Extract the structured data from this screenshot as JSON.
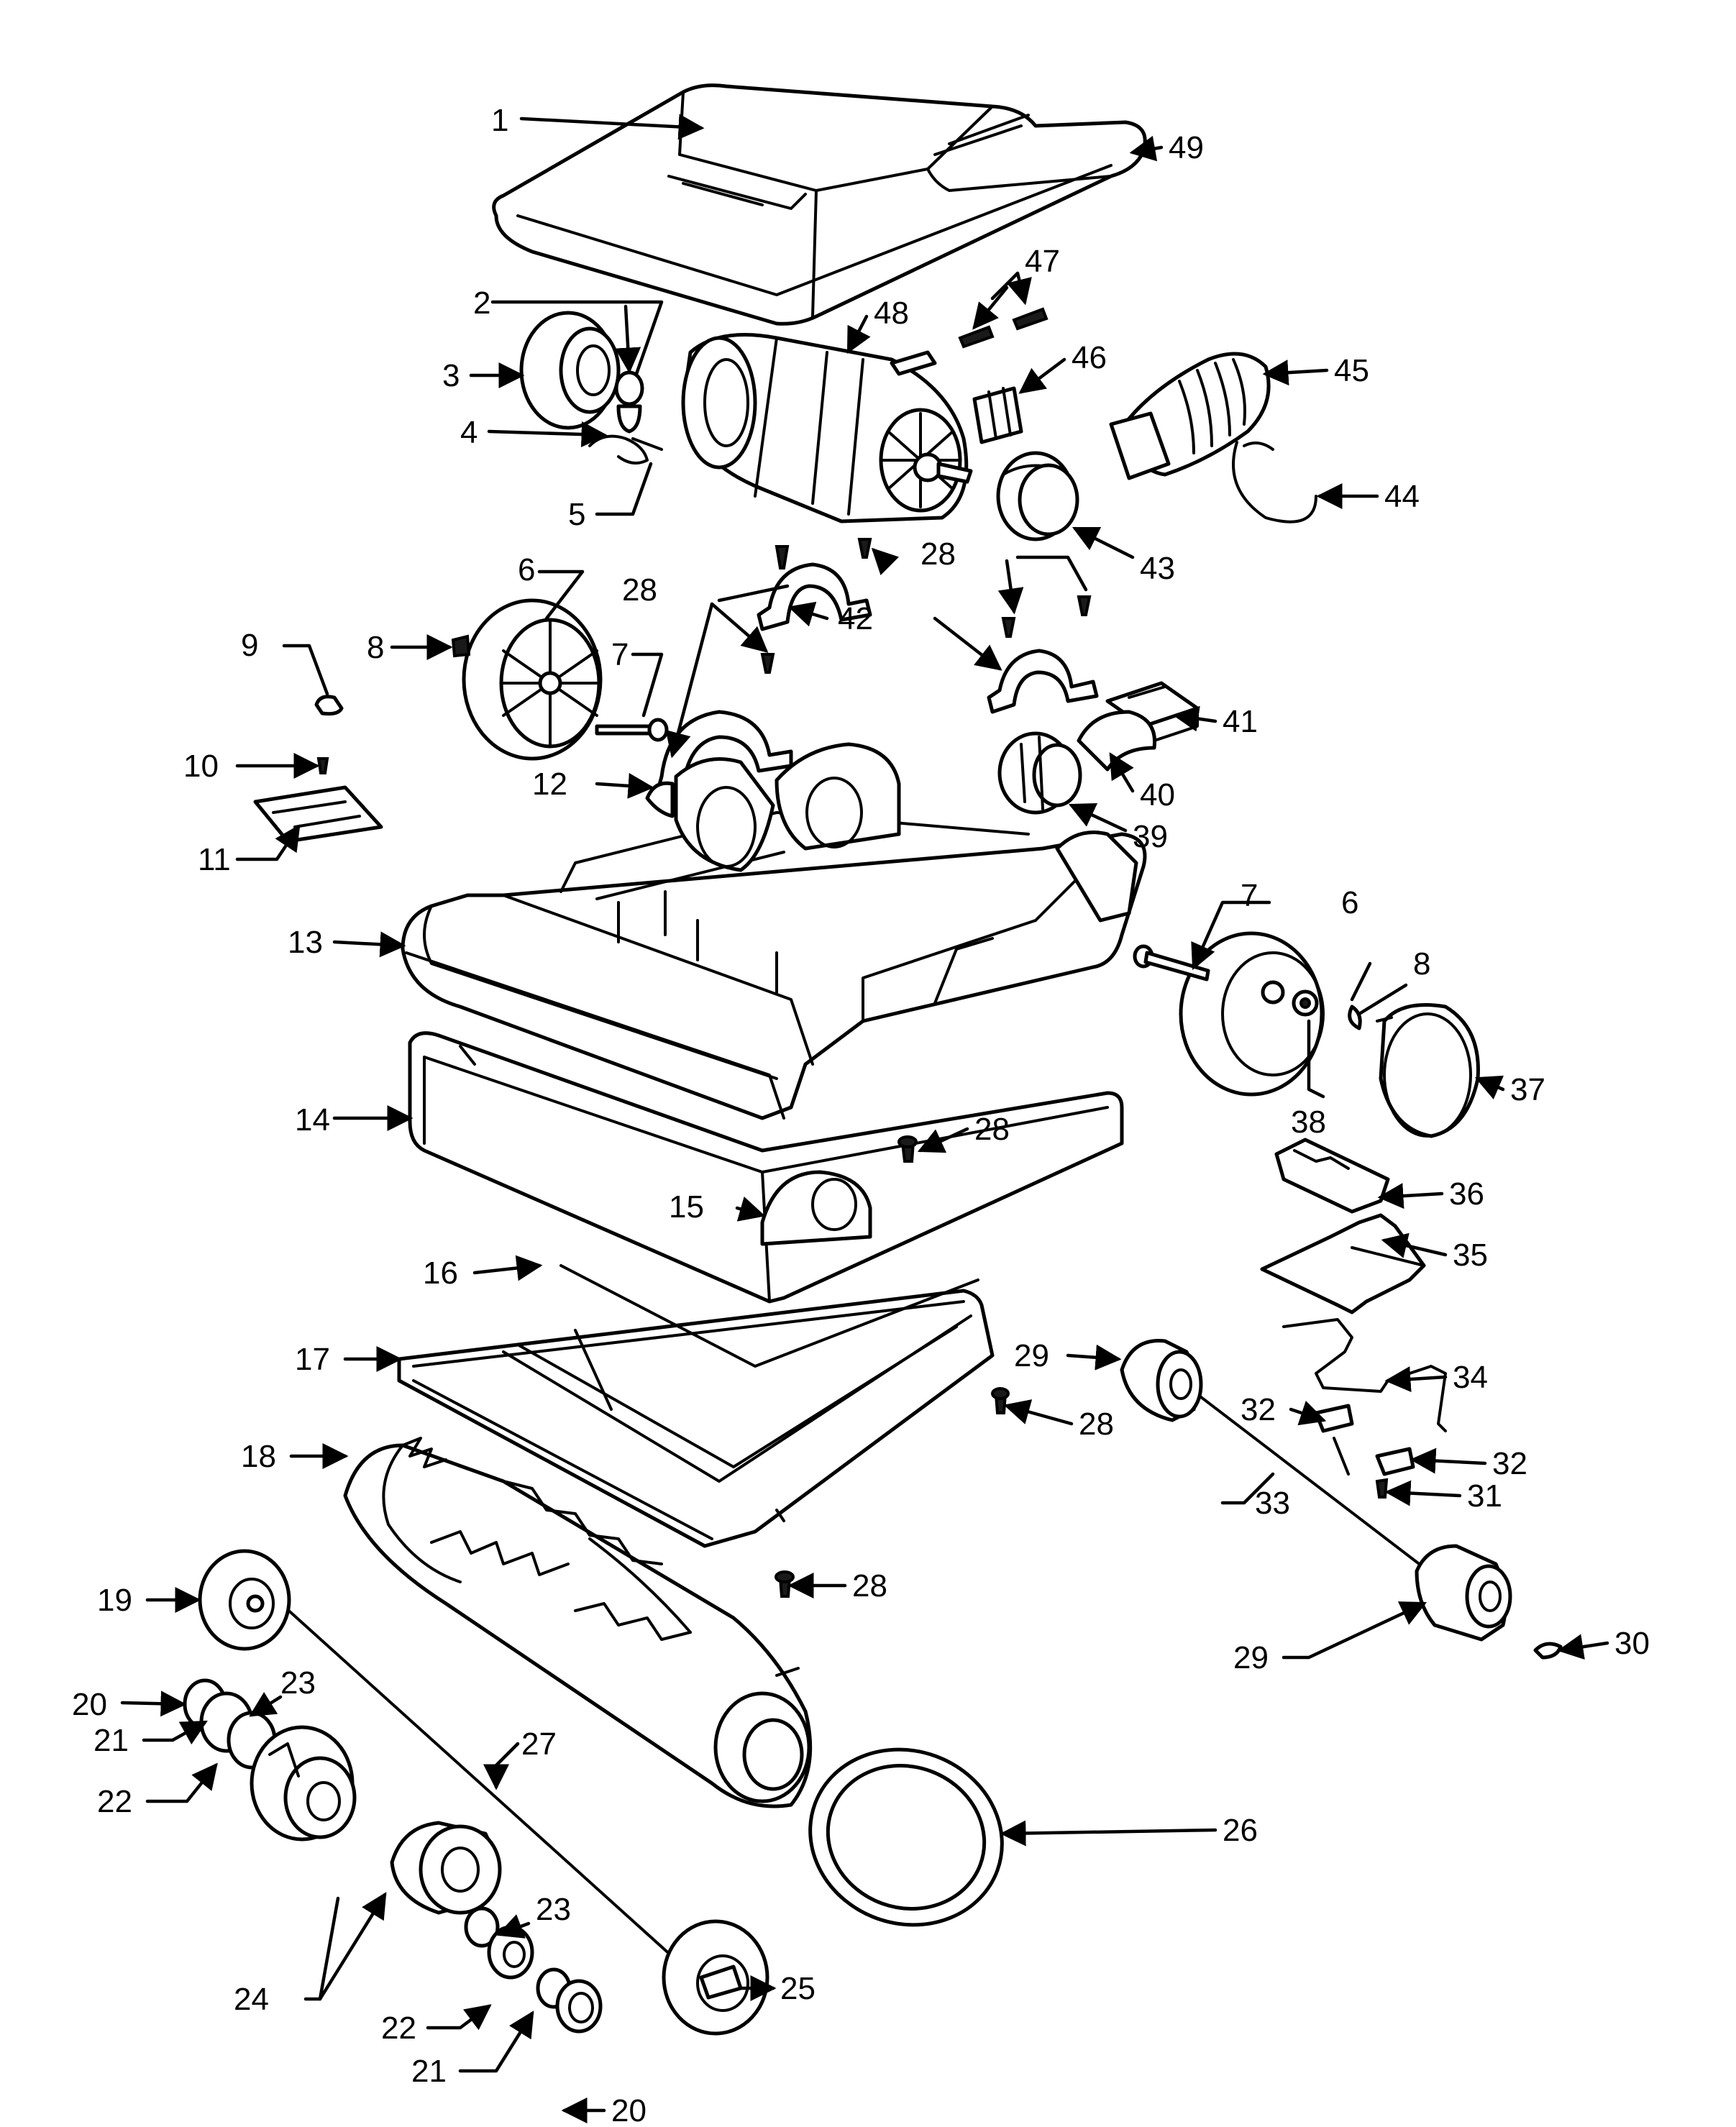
{
  "colors": {
    "ink": "#000000",
    "paper": "#ffffff"
  },
  "callouts": {
    "c1": "1",
    "c2": "2",
    "c3": "3",
    "c4": "4",
    "c5": "5",
    "c6": "6",
    "c7": "7",
    "c8": "8",
    "c9": "9",
    "c10": "10",
    "c11": "11",
    "c12": "12",
    "c13": "13",
    "c14": "14",
    "c15": "15",
    "c16": "16",
    "c17": "17",
    "c18": "18",
    "c19": "19",
    "c20": "20",
    "c21": "21",
    "c22": "22",
    "c23": "23",
    "c24": "24",
    "c25": "25",
    "c26": "26",
    "c27": "27",
    "c28": "28",
    "c29": "29",
    "c30": "30",
    "c31": "31",
    "c32": "32",
    "c33": "33",
    "c34": "34",
    "c35": "35",
    "c36": "36",
    "c37": "37",
    "c38": "38",
    "c39": "39",
    "c40": "40",
    "c41": "41",
    "c42": "42",
    "c43": "43",
    "c44": "44",
    "c45": "45",
    "c46": "46",
    "c47": "47",
    "c48": "48",
    "c49": "49"
  }
}
